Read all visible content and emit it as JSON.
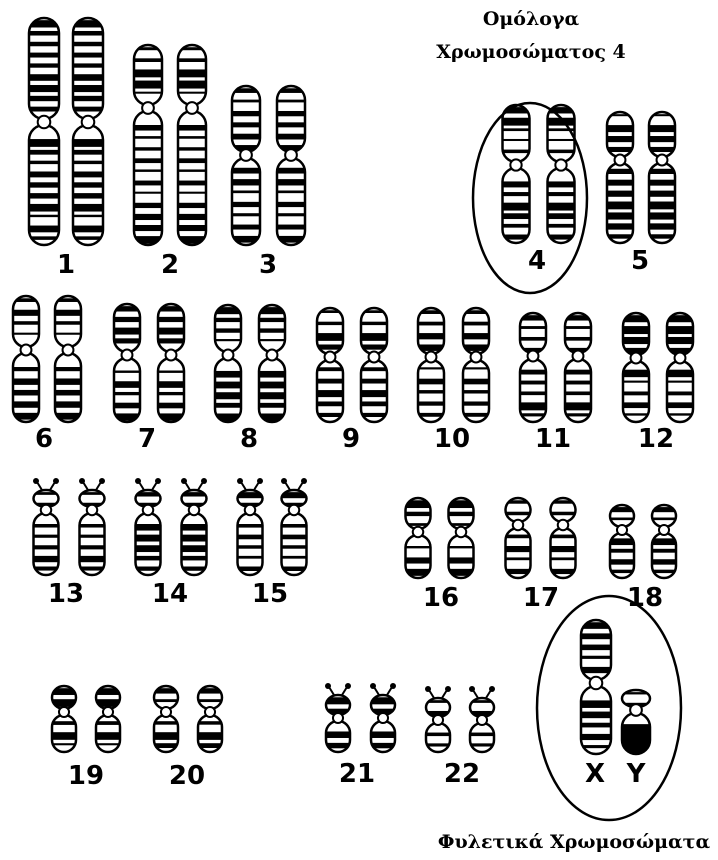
{
  "annotations": {
    "homolog_title_line1": "Ομόλογα",
    "homolog_title_line2": "Χρωμοσώματος 4",
    "sex_title": "Φυλετικά Χρωμοσώματα"
  },
  "chromosomes": [
    {
      "label": "1",
      "group": "autosome"
    },
    {
      "label": "2",
      "group": "autosome"
    },
    {
      "label": "3",
      "group": "autosome"
    },
    {
      "label": "4",
      "group": "autosome",
      "highlighted": true
    },
    {
      "label": "5",
      "group": "autosome"
    },
    {
      "label": "6",
      "group": "autosome"
    },
    {
      "label": "7",
      "group": "autosome"
    },
    {
      "label": "8",
      "group": "autosome"
    },
    {
      "label": "9",
      "group": "autosome"
    },
    {
      "label": "10",
      "group": "autosome"
    },
    {
      "label": "11",
      "group": "autosome"
    },
    {
      "label": "12",
      "group": "autosome"
    },
    {
      "label": "13",
      "group": "autosome",
      "satellites": true
    },
    {
      "label": "14",
      "group": "autosome",
      "satellites": true
    },
    {
      "label": "15",
      "group": "autosome",
      "satellites": true
    },
    {
      "label": "16",
      "group": "autosome"
    },
    {
      "label": "17",
      "group": "autosome"
    },
    {
      "label": "18",
      "group": "autosome"
    },
    {
      "label": "19",
      "group": "autosome"
    },
    {
      "label": "20",
      "group": "autosome"
    },
    {
      "label": "21",
      "group": "autosome",
      "satellites": true
    },
    {
      "label": "22",
      "group": "autosome",
      "satellites": true
    },
    {
      "label": "X",
      "group": "sex",
      "highlighted": true
    },
    {
      "label": "Y",
      "group": "sex",
      "highlighted": true
    }
  ],
  "colors": {
    "ink": "#000000",
    "paper": "#ffffff"
  }
}
